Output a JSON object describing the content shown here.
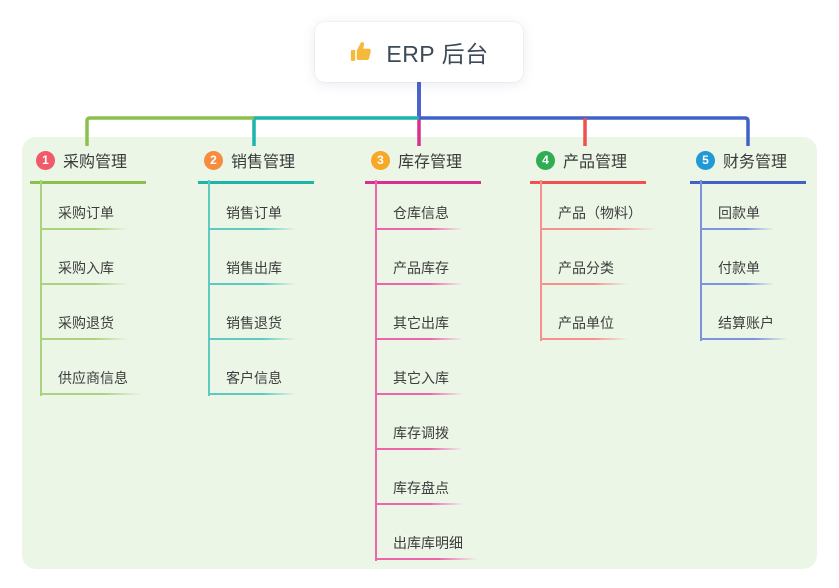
{
  "root": {
    "label": "ERP 后台",
    "icon": "thumbs-up-icon"
  },
  "colors": {
    "panel_bg": "#ebf6e7",
    "stem": "#4a63cf",
    "root_text": "#3e4a57",
    "thumb_icon": "#f5b93c"
  },
  "branches": [
    {
      "badge": "1",
      "label": "采购管理",
      "badge_color": "#f2596b",
      "line_color": "#8cc04e",
      "child_line_color": "#a9d37e",
      "children": [
        "采购订单",
        "采购入库",
        "采购退货",
        "供应商信息"
      ]
    },
    {
      "badge": "2",
      "label": "销售管理",
      "badge_color": "#f68c3e",
      "line_color": "#1cb4ab",
      "child_line_color": "#5ec9c0",
      "children": [
        "销售订单",
        "销售出库",
        "销售退货",
        "客户信息"
      ]
    },
    {
      "badge": "3",
      "label": "库存管理",
      "badge_color": "#f7a824",
      "line_color": "#d9308f",
      "child_line_color": "#ee64ad",
      "children": [
        "仓库信息",
        "产品库存",
        "其它出库",
        "其它入库",
        "库存调拨",
        "库存盘点",
        "出库库明细"
      ]
    },
    {
      "badge": "4",
      "label": "产品管理",
      "badge_color": "#2fad52",
      "line_color": "#f0504e",
      "child_line_color": "#f5928e",
      "children": [
        "产品（物料）",
        "产品分类",
        "产品单位"
      ]
    },
    {
      "badge": "5",
      "label": "财务管理",
      "badge_color": "#1f9ad7",
      "line_color": "#4062c8",
      "child_line_color": "#7b94dc",
      "children": [
        "回款单",
        "付款单",
        "结算账户"
      ]
    }
  ]
}
